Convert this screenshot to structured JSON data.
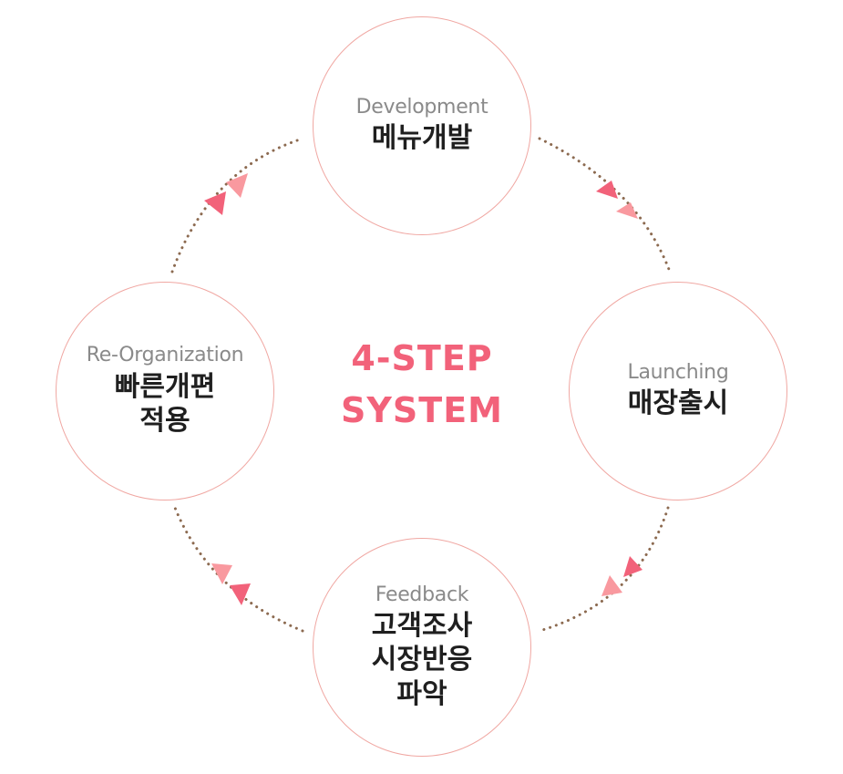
{
  "center": {
    "line1": "4-STEP",
    "line2": "SYSTEM"
  },
  "steps": {
    "top": {
      "en": "Development",
      "ko": [
        "메뉴개발"
      ]
    },
    "right": {
      "en": "Launching",
      "ko": [
        "매장출시"
      ]
    },
    "bottom": {
      "en": "Feedback",
      "ko": [
        "고객조사",
        "시장반응",
        "파악"
      ]
    },
    "left": {
      "en": "Re-Organization",
      "ko": [
        "빠른개편",
        "적용"
      ]
    }
  },
  "colors": {
    "accent": "#f2627a",
    "accent_light": "#f9999f",
    "circle_border": "#f0a7a2",
    "dots": "#8c6a50",
    "label_en": "#8a8a8a",
    "label_ko": "#1f1f1f"
  },
  "icons": {
    "arrows": "triangle-arrow-icon",
    "connectors": "dotted-arc"
  }
}
